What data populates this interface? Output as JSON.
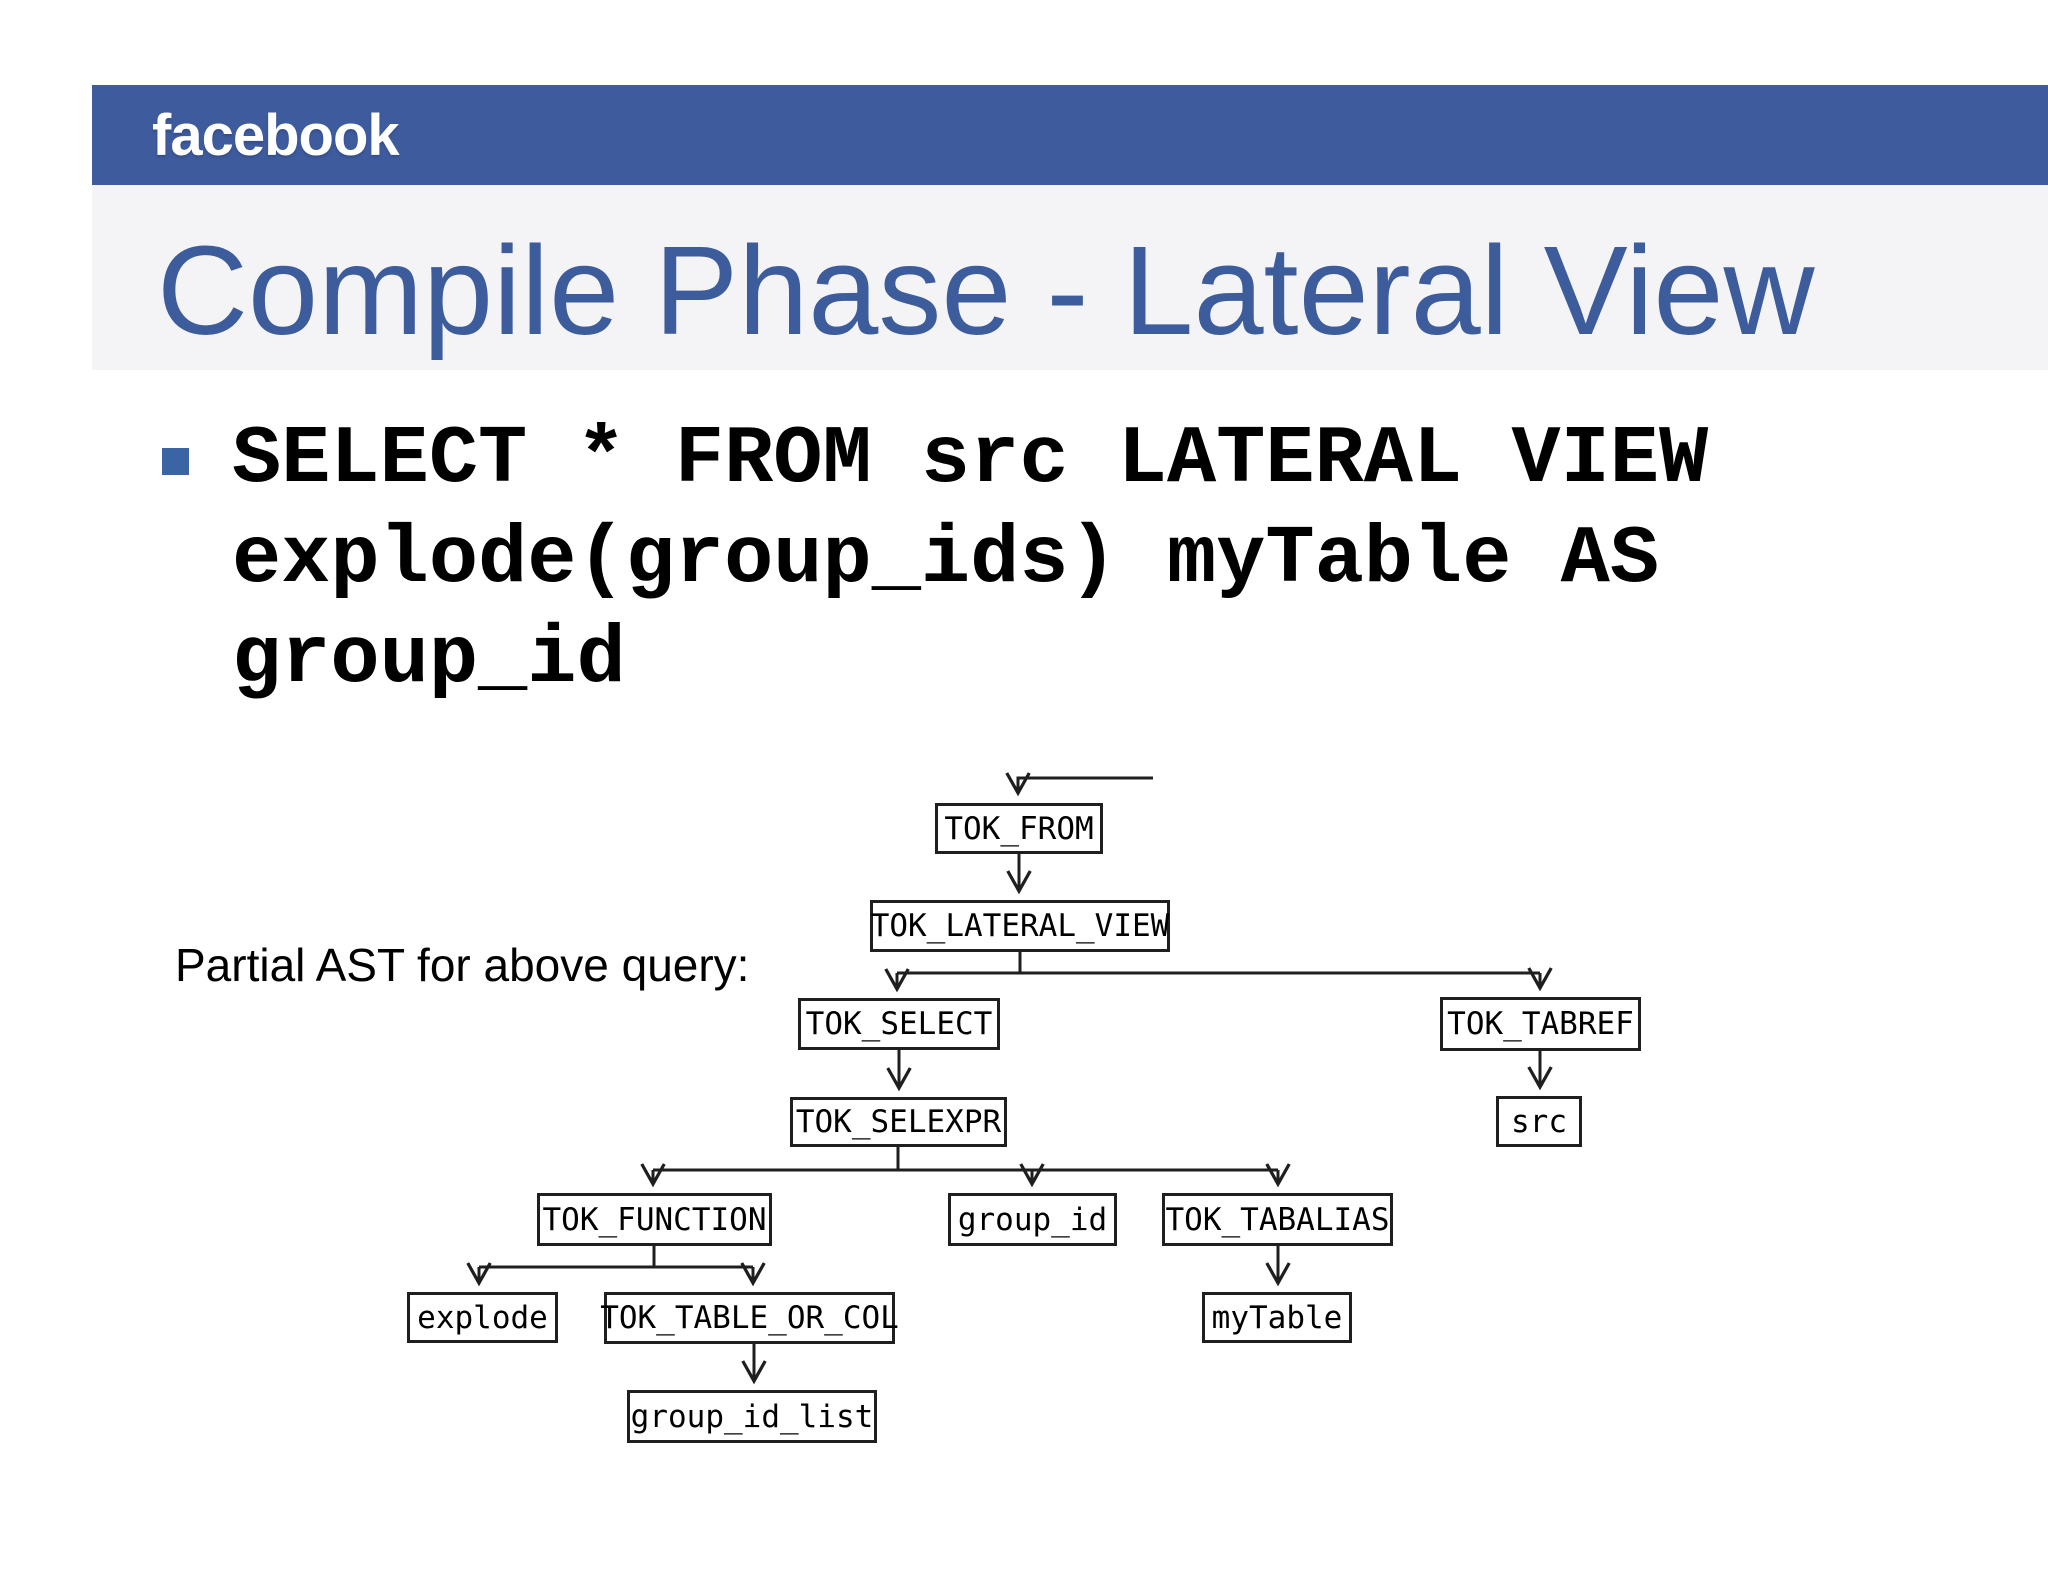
{
  "slide": {
    "logo": "facebook",
    "title": "Compile Phase - Lateral View",
    "sql": {
      "line1": "SELECT * FROM src LATERAL VIEW",
      "line2": "explode(group_ids) myTable AS",
      "line3": "group_id"
    },
    "ast_caption": "Partial AST for above query:"
  },
  "colors": {
    "header_blue": "#3e5b9d",
    "title_band_gray": "#f4f3f6",
    "title_blue": "#3c5c9c",
    "bullet_blue": "#3a64a4",
    "line_black": "#1f1f1f"
  },
  "tree": {
    "nodes": [
      {
        "id": "tok_from",
        "label": "TOK_FROM"
      },
      {
        "id": "tok_lateral_view",
        "label": "TOK_LATERAL_VIEW"
      },
      {
        "id": "tok_select",
        "label": "TOK_SELECT"
      },
      {
        "id": "tok_tabref",
        "label": "TOK_TABREF"
      },
      {
        "id": "tok_selexpr",
        "label": "TOK_SELEXPR"
      },
      {
        "id": "src",
        "label": "src"
      },
      {
        "id": "tok_function",
        "label": "TOK_FUNCTION"
      },
      {
        "id": "group_id",
        "label": "group_id"
      },
      {
        "id": "tok_tabalias",
        "label": "TOK_TABALIAS"
      },
      {
        "id": "explode",
        "label": "explode"
      },
      {
        "id": "tok_table_or_col",
        "label": "TOK_TABLE_OR_COL"
      },
      {
        "id": "mytable",
        "label": "myTable"
      },
      {
        "id": "group_id_list",
        "label": "group_id_list"
      }
    ],
    "edges": [
      {
        "from": null,
        "to": "tok_from"
      },
      {
        "from": "tok_from",
        "to": "tok_lateral_view"
      },
      {
        "from": "tok_lateral_view",
        "to": "tok_select"
      },
      {
        "from": "tok_lateral_view",
        "to": "tok_tabref"
      },
      {
        "from": "tok_select",
        "to": "tok_selexpr"
      },
      {
        "from": "tok_tabref",
        "to": "src"
      },
      {
        "from": "tok_selexpr",
        "to": "tok_function"
      },
      {
        "from": "tok_selexpr",
        "to": "group_id"
      },
      {
        "from": "tok_selexpr",
        "to": "tok_tabalias"
      },
      {
        "from": "tok_function",
        "to": "explode"
      },
      {
        "from": "tok_function",
        "to": "tok_table_or_col"
      },
      {
        "from": "tok_tabalias",
        "to": "mytable"
      },
      {
        "from": "tok_table_or_col",
        "to": "group_id_list"
      }
    ]
  }
}
